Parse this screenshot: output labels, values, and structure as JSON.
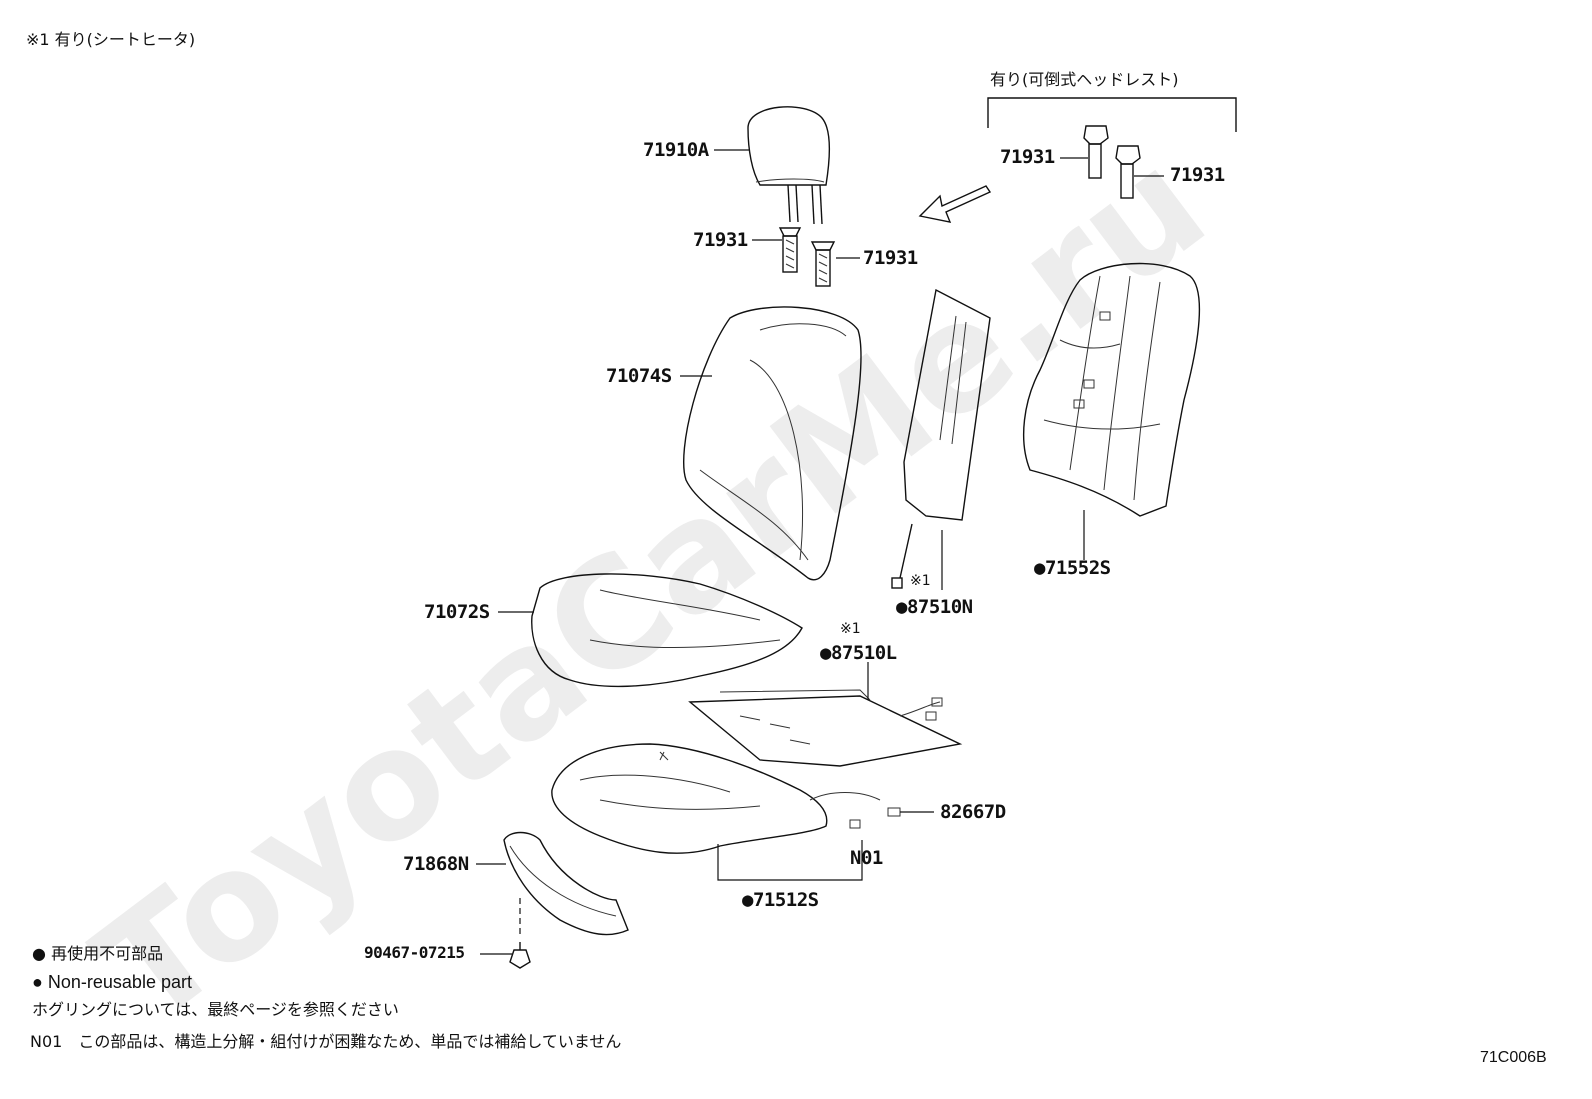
{
  "notes": {
    "heater_note": "※1 有り(シートヒータ)",
    "folding_head_note": "有り(可倒式ヘッドレスト)",
    "legend_jp": "再使用不可部品",
    "legend_en": "Non-reusable part",
    "hog_ring_note": "ホグリングについては、最終ページを参照ください",
    "n01_note": "N01　この部品は、構造上分解・組付けが困難なため、単品では補給していません",
    "ref1": "※1",
    "ref2": "※1"
  },
  "watermark": "ToyotaCarMe.ru",
  "drawing_code": "71C006B",
  "parts": {
    "p71910A": "71910A",
    "p71931_a": "71931",
    "p71931_b": "71931",
    "p71931_c": "71931",
    "p71931_d": "71931",
    "p71074S": "71074S",
    "p71072S": "71072S",
    "p87510N": "87510N",
    "p87510L": "87510L",
    "p71552S": "71552S",
    "p82667D": "82667D",
    "pN01": "N01",
    "p71512S": "71512S",
    "p71868N": "71868N",
    "p90467": "90467-07215"
  },
  "bullet_symbol": "●"
}
